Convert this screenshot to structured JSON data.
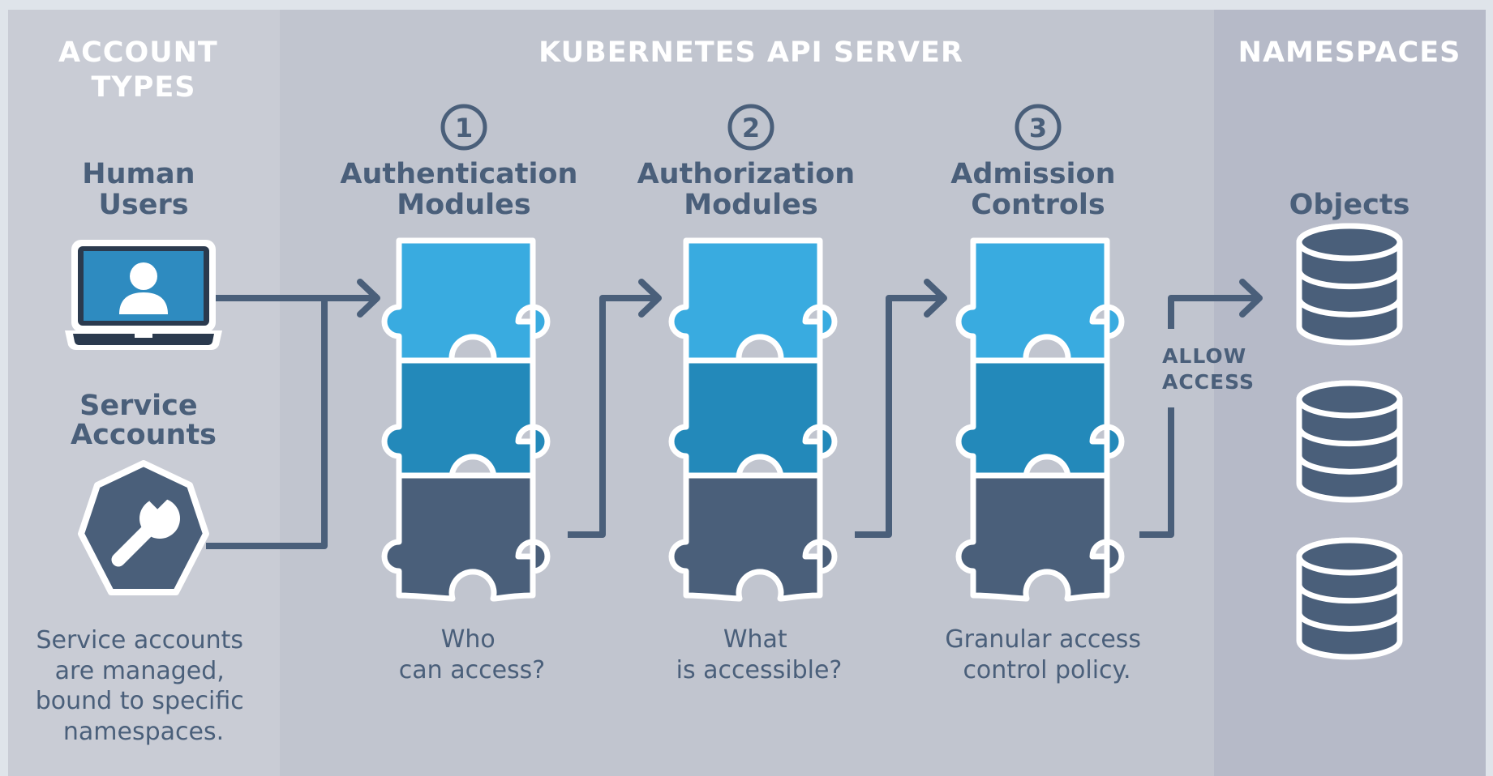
{
  "columns": {
    "account_types": {
      "heading_lines": [
        "ACCOUNT",
        "TYPES"
      ]
    },
    "api_server": {
      "heading": "KUBERNETES API SERVER"
    },
    "namespaces": {
      "heading": "NAMESPACES"
    }
  },
  "account_types": {
    "human": {
      "title_lines": [
        "Human",
        "Users"
      ],
      "icon": "laptop-user-icon"
    },
    "service": {
      "title_lines": [
        "Service",
        "Accounts"
      ],
      "icon": "wrench-icon",
      "description_lines": [
        "Service accounts",
        "are managed,",
        "bound to specific",
        "namespaces."
      ]
    }
  },
  "stages": [
    {
      "number": "1",
      "title_lines": [
        "Authentication",
        "Modules"
      ],
      "description_lines": [
        "Who",
        "can access?"
      ]
    },
    {
      "number": "2",
      "title_lines": [
        "Authorization",
        "Modules"
      ],
      "description_lines": [
        "What",
        "is accessible?"
      ]
    },
    {
      "number": "3",
      "title_lines": [
        "Admission",
        "Controls"
      ],
      "description_lines": [
        "Granular access",
        "control policy."
      ]
    }
  ],
  "allow_access_lines": [
    "ALLOW",
    "ACCESS"
  ],
  "namespaces": {
    "title": "Objects",
    "objects_count": 3,
    "icon": "database-icon"
  },
  "colors": {
    "background": "#dfe4ea",
    "panel_left": "#c9ccd5",
    "panel_middle": "#c1c5cf",
    "panel_right": "#b6bac8",
    "text_dark": "#4a5f7a",
    "puzzle_light": "#39abe0",
    "puzzle_mid": "#2389ba",
    "puzzle_dark": "#4a5f7a"
  }
}
